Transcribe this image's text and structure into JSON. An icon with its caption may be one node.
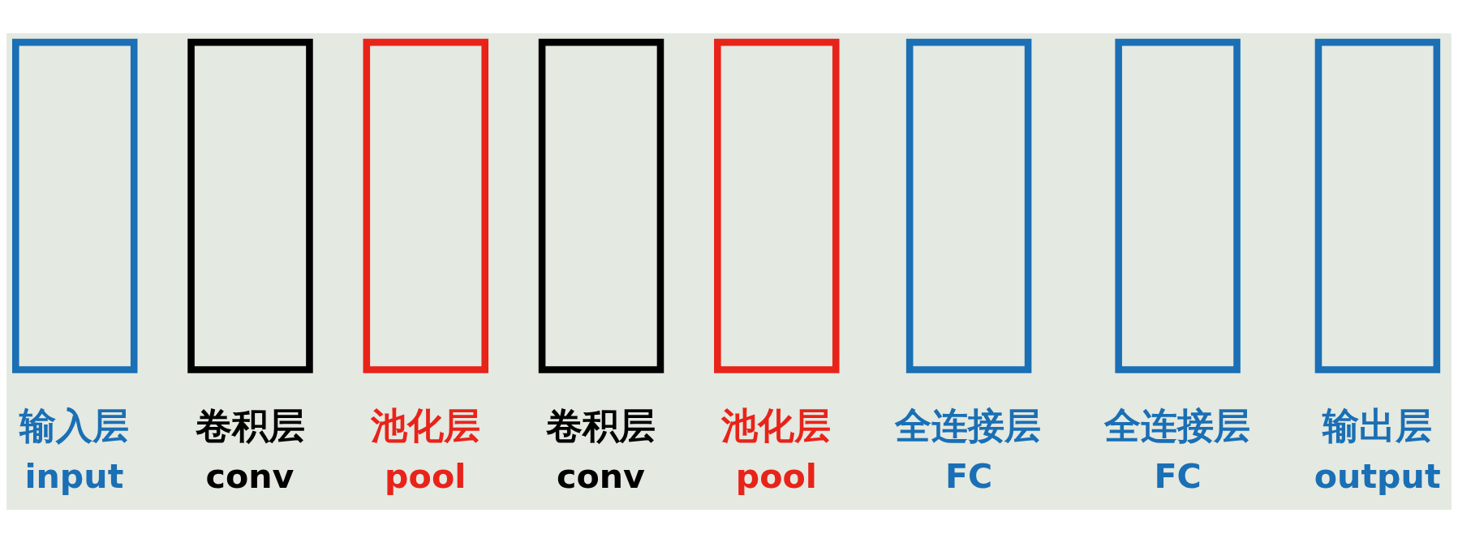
{
  "diagram": {
    "nodes": [
      {
        "text": [
          "输入层",
          "input"
        ]
      },
      {
        "text": [
          "卷积层",
          "conv"
        ]
      },
      {
        "text": [
          "池化层",
          "pool"
        ]
      },
      {
        "text": [
          "卷积层",
          "conv"
        ]
      },
      {
        "text": [
          "池化层",
          "pool"
        ]
      },
      {
        "text": [
          "全连接层",
          "FC"
        ]
      },
      {
        "text": [
          "全连接层",
          "FC"
        ]
      },
      {
        "text": [
          "输出层",
          "output"
        ]
      }
    ],
    "edges": []
  }
}
